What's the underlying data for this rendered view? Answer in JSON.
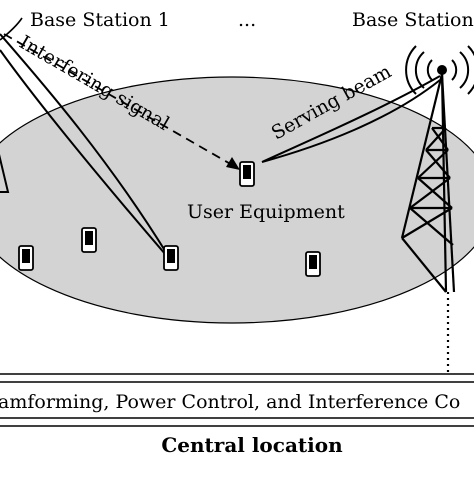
{
  "labels": {
    "bs1": "Base Station 1",
    "ellipsis": "...",
    "bsn": "Base Station",
    "interfering": "Interfering signal",
    "serving": "Serving beam",
    "ue": "User Equipment",
    "processing": "amforming, Power Control, and Interference Co",
    "central": "Central location"
  },
  "colors": {
    "cell_fill": "#d3d3d3",
    "stroke": "#000000"
  },
  "icons": {
    "ue": "mobile-phone-icon",
    "tower": "radio-tower-icon",
    "signal": "radio-waves-icon"
  }
}
